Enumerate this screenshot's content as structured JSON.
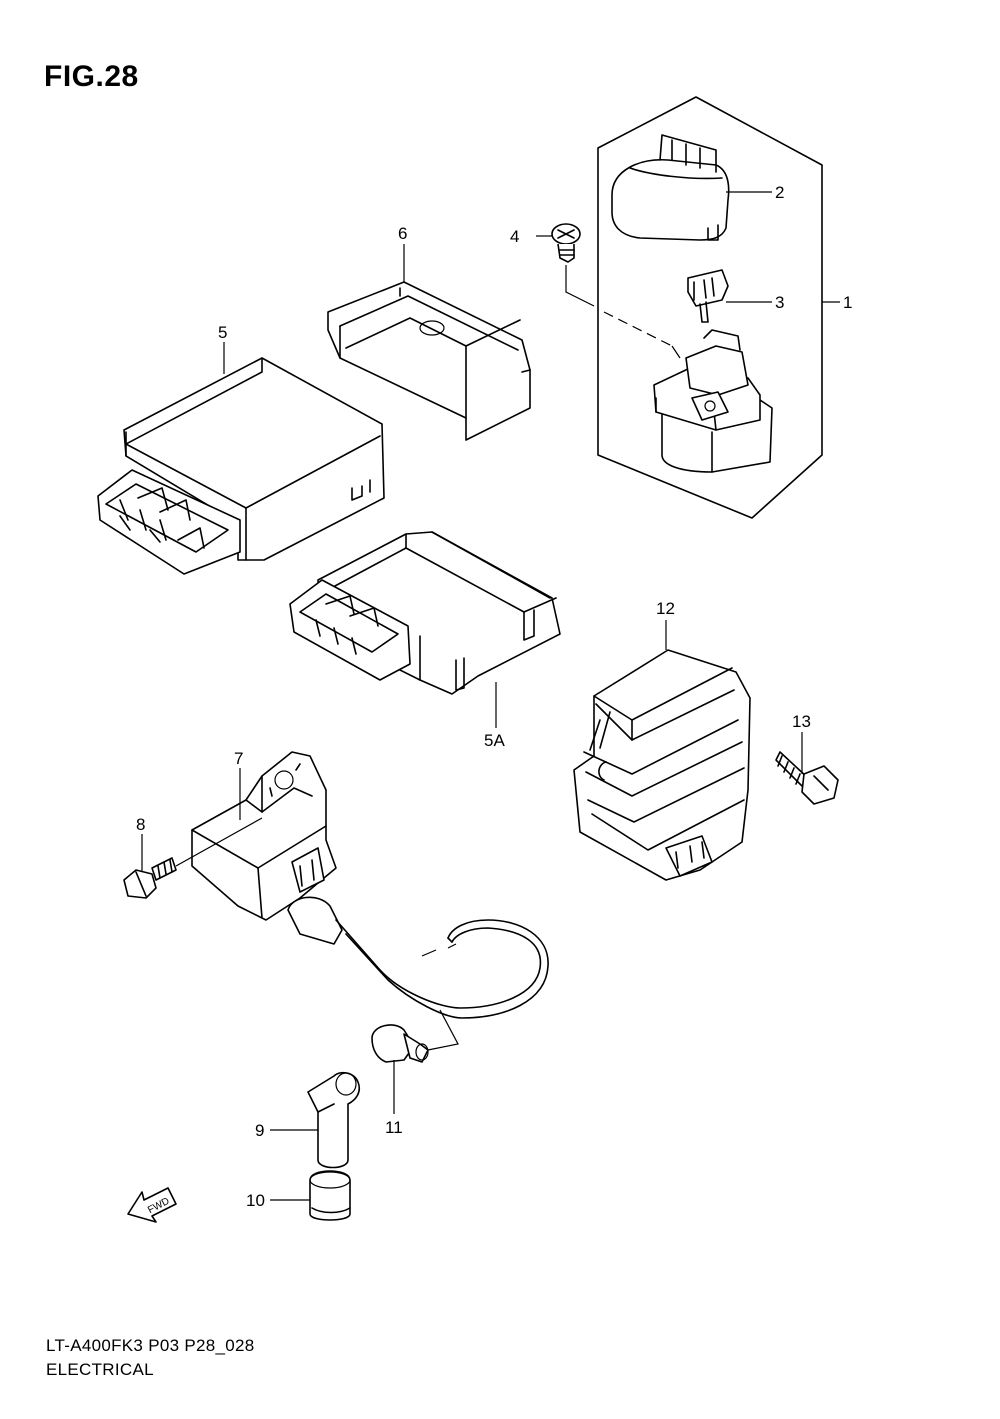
{
  "figure": {
    "title": "FIG.28",
    "model_code": "LT-A400FK3 P03 P28_028",
    "section": "ELECTRICAL"
  },
  "callouts": [
    "1",
    "2",
    "3",
    "4",
    "5",
    "5A",
    "6",
    "7",
    "8",
    "9",
    "10",
    "11",
    "12",
    "13"
  ],
  "fwd_arrow_label": "FWD",
  "colors": {
    "line": "#000000",
    "background": "#ffffff"
  }
}
